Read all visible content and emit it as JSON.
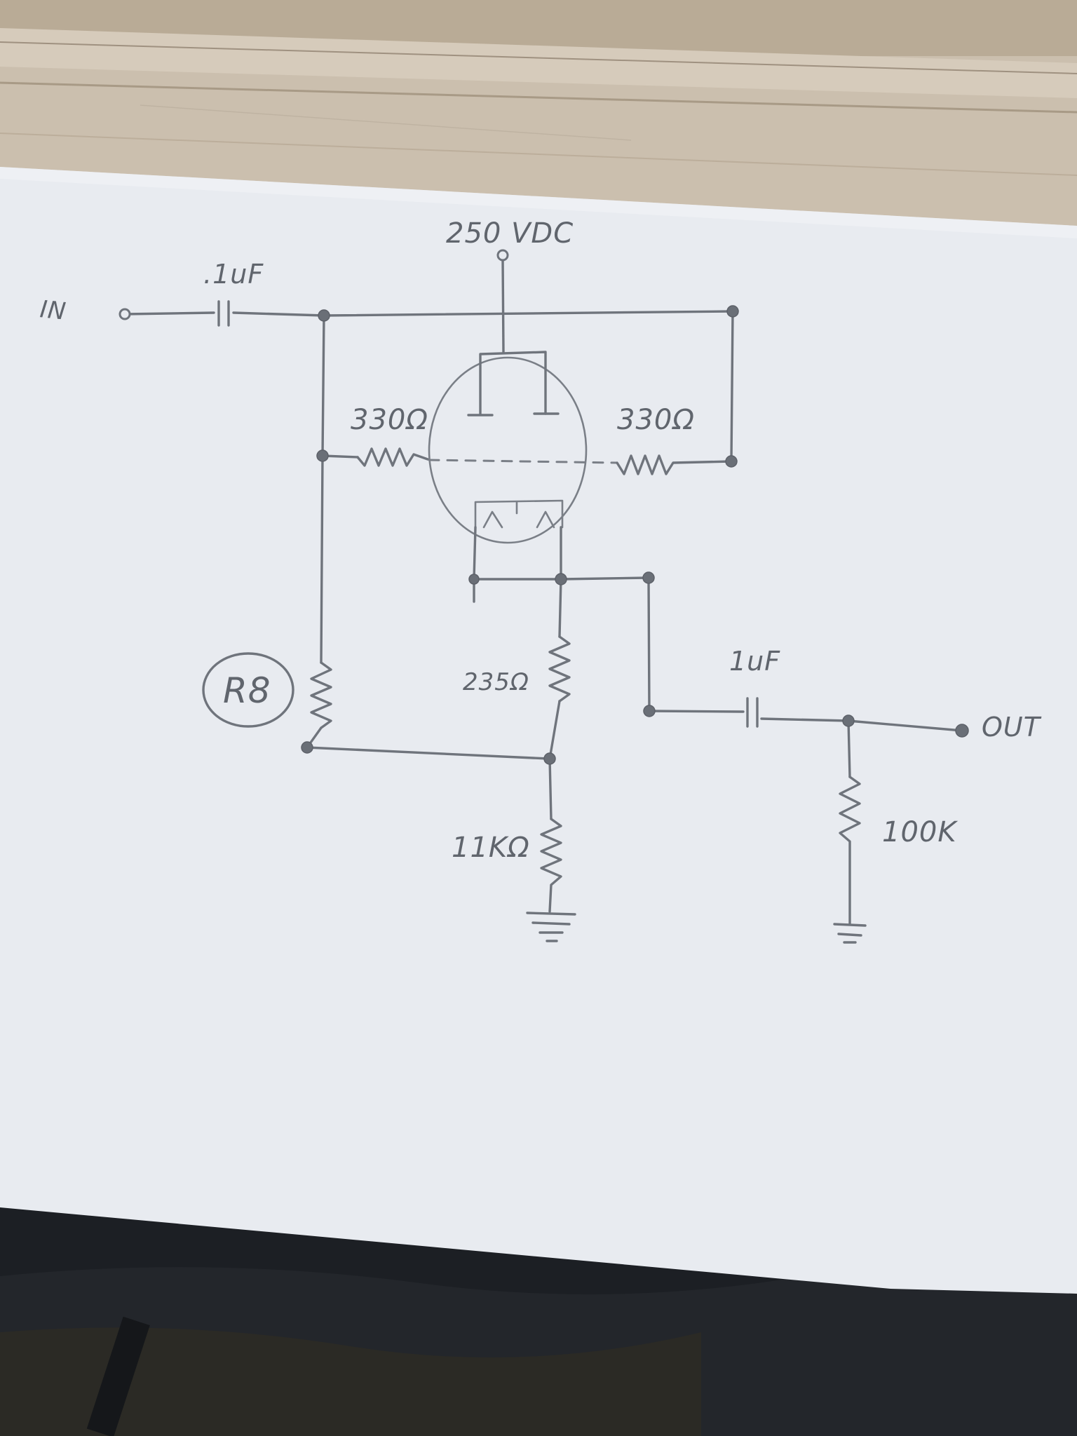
{
  "labels": {
    "supply": "250 VDC",
    "input": "IN",
    "output": "OUT",
    "c_in": ".1uF",
    "c_out": "1uF",
    "r_grid_left": "330Ω",
    "r_grid_right": "330Ω",
    "r_cathode": "235Ω",
    "r_tail": "11KΩ",
    "r_load": "100K",
    "r8_tag": "R8"
  },
  "colors": {
    "paper": "#e8ebf0",
    "ink": "#6f747c",
    "wood": "#cbbfae",
    "fabric": "#1c1f24"
  }
}
